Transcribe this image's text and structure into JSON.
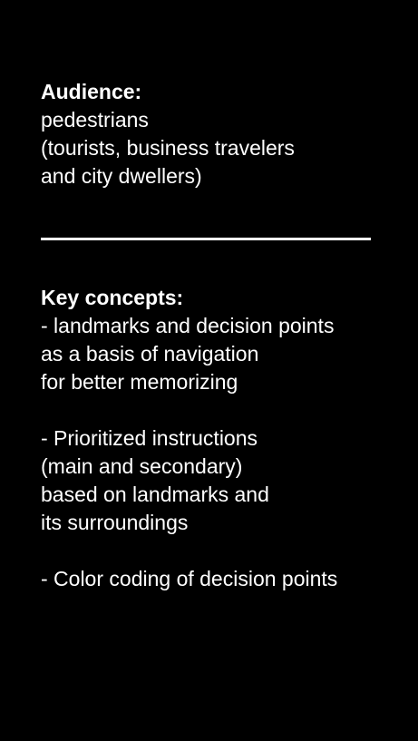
{
  "audience": {
    "heading": "Audience:",
    "lines": [
      "pedestrians",
      "(tourists, business travelers",
      "and city dwellers)"
    ]
  },
  "key_concepts": {
    "heading": "Key concepts:",
    "items": [
      {
        "lines": [
          "- landmarks and decision points",
          "as a basis of navigation",
          "for better memorizing"
        ]
      },
      {
        "lines": [
          "- Prioritized instructions",
          "(main and secondary)",
          "based on landmarks and",
          "its surroundings"
        ]
      },
      {
        "lines": [
          "- Color coding of decision points"
        ]
      }
    ]
  },
  "colors": {
    "background": "#000000",
    "text": "#ffffff"
  }
}
